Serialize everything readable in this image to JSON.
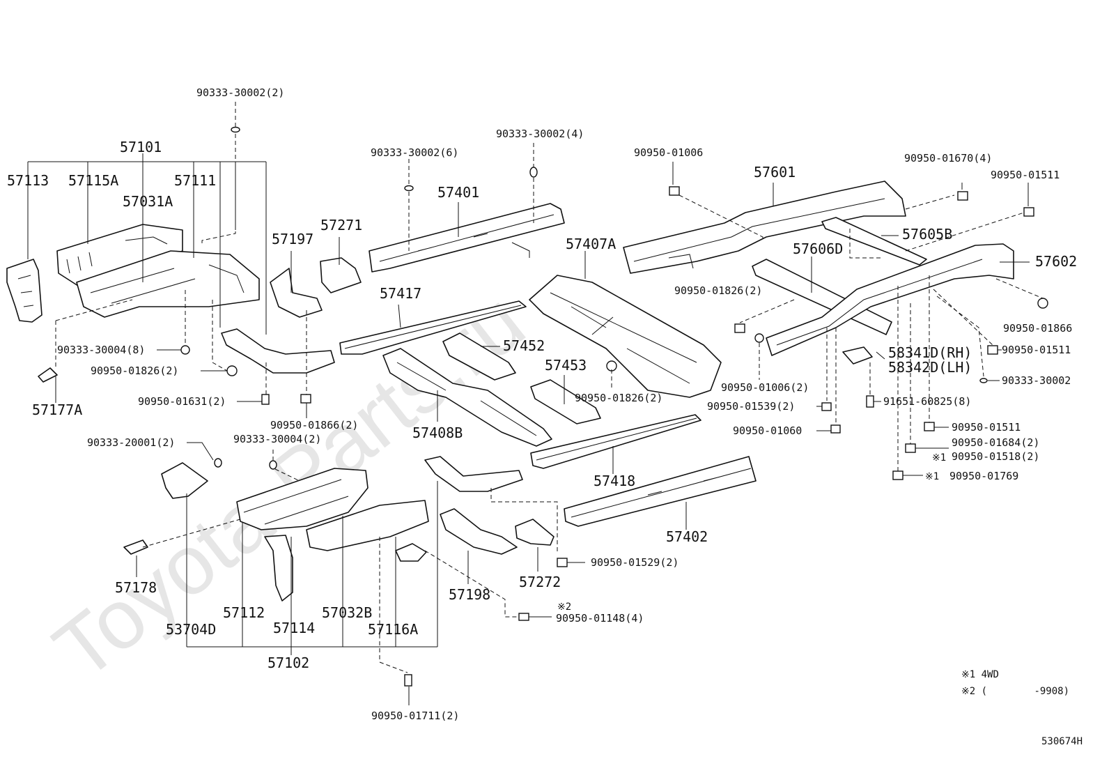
{
  "watermark": "Toyota-Parts.ru",
  "diagram_code": "530674H",
  "notes": {
    "note1": "※1 4WD",
    "note2": "※2 (        -9908)",
    "mark1": "※1",
    "mark2": "※2"
  },
  "labels": {
    "p57101": "57101",
    "p57113": "57113",
    "p57115A": "57115A",
    "p57111": "57111",
    "p57031A": "57031A",
    "f90333_30002_2": "90333-30002(2)",
    "f90333_30004_8": "90333-30004(8)",
    "f90950_01826_2a": "90950-01826(2)",
    "p57177A": "57177A",
    "f90950_01631_2": "90950-01631(2)",
    "f90950_01866_2": "90950-01866(2)",
    "p57197": "57197",
    "p57271": "57271",
    "f90333_30002_6": "90333-30002(6)",
    "f90333_30002_4": "90333-30002(4)",
    "p57401": "57401",
    "p57417": "57417",
    "p57452": "57452",
    "p57453": "57453",
    "p57408B": "57408B",
    "p57407A": "57407A",
    "f90950_01826_2b": "90950-01826(2)",
    "p57418": "57418",
    "p57402": "57402",
    "f90950_01529_2": "90950-01529(2)",
    "f90950_01148_4": "90950-01148(4)",
    "p57272": "57272",
    "p57198": "57198",
    "f90333_20001_2": "90333-20001(2)",
    "f90333_30004_2": "90333-30004(2)",
    "p57178": "57178",
    "p53704D": "53704D",
    "p57112": "57112",
    "p57114": "57114",
    "p57032B": "57032B",
    "p57116A": "57116A",
    "p57102": "57102",
    "f90950_01711_2": "90950-01711(2)",
    "f90950_01006": "90950-01006",
    "p57601": "57601",
    "f90950_01670_4": "90950-01670(4)",
    "f90950_01511a": "90950-01511",
    "p57605B": "57605B",
    "p57606D": "57606D",
    "p57602": "57602",
    "f90950_01826_2c": "90950-01826(2)",
    "f90950_01866": "90950-01866",
    "f90950_01511b": "90950-01511",
    "p58341D": "58341D(RH)",
    "p58342D": "58342D(LH)",
    "f90333_30002": "90333-30002",
    "f90950_01006_2": "90950-01006(2)",
    "f90950_01539_2": "90950-01539(2)",
    "f91651_60825_8": "91651-60825(8)",
    "f90950_01060": "90950-01060",
    "f90950_01511c": "90950-01511",
    "f90950_01684_2": "90950-01684(2)",
    "f90950_01518_2": "90950-01518(2)",
    "f90950_01769": "90950-01769"
  }
}
